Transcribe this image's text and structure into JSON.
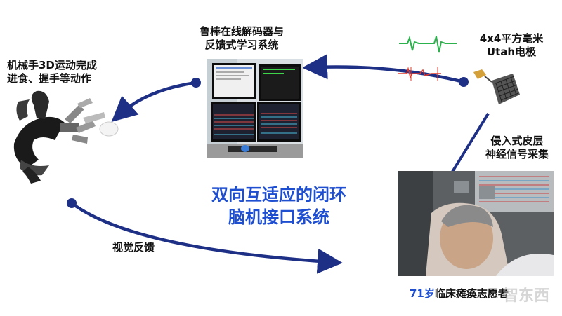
{
  "labels": {
    "robot_hand": [
      "机械手3D运动完成",
      "进食、握手等动作"
    ],
    "decoder": [
      "鲁棒在线解码器与",
      "反馈式学习系统"
    ],
    "electrode": [
      "4x4平方毫米",
      "Utah电极"
    ],
    "signal": [
      "侵入式皮层",
      "神经信号采集"
    ],
    "center_title": [
      "双向互适应的闭环",
      "脑机接口系统"
    ],
    "feedback": "视觉反馈",
    "patient_age": "71岁",
    "patient_desc": "临床瘫痪志愿者"
  },
  "watermark": "智东西",
  "colors": {
    "arrow": "#1e2f86",
    "title_blue": "#1f4fd1",
    "signal_green": "#2bb24c",
    "signal_red": "#e23b2b"
  }
}
